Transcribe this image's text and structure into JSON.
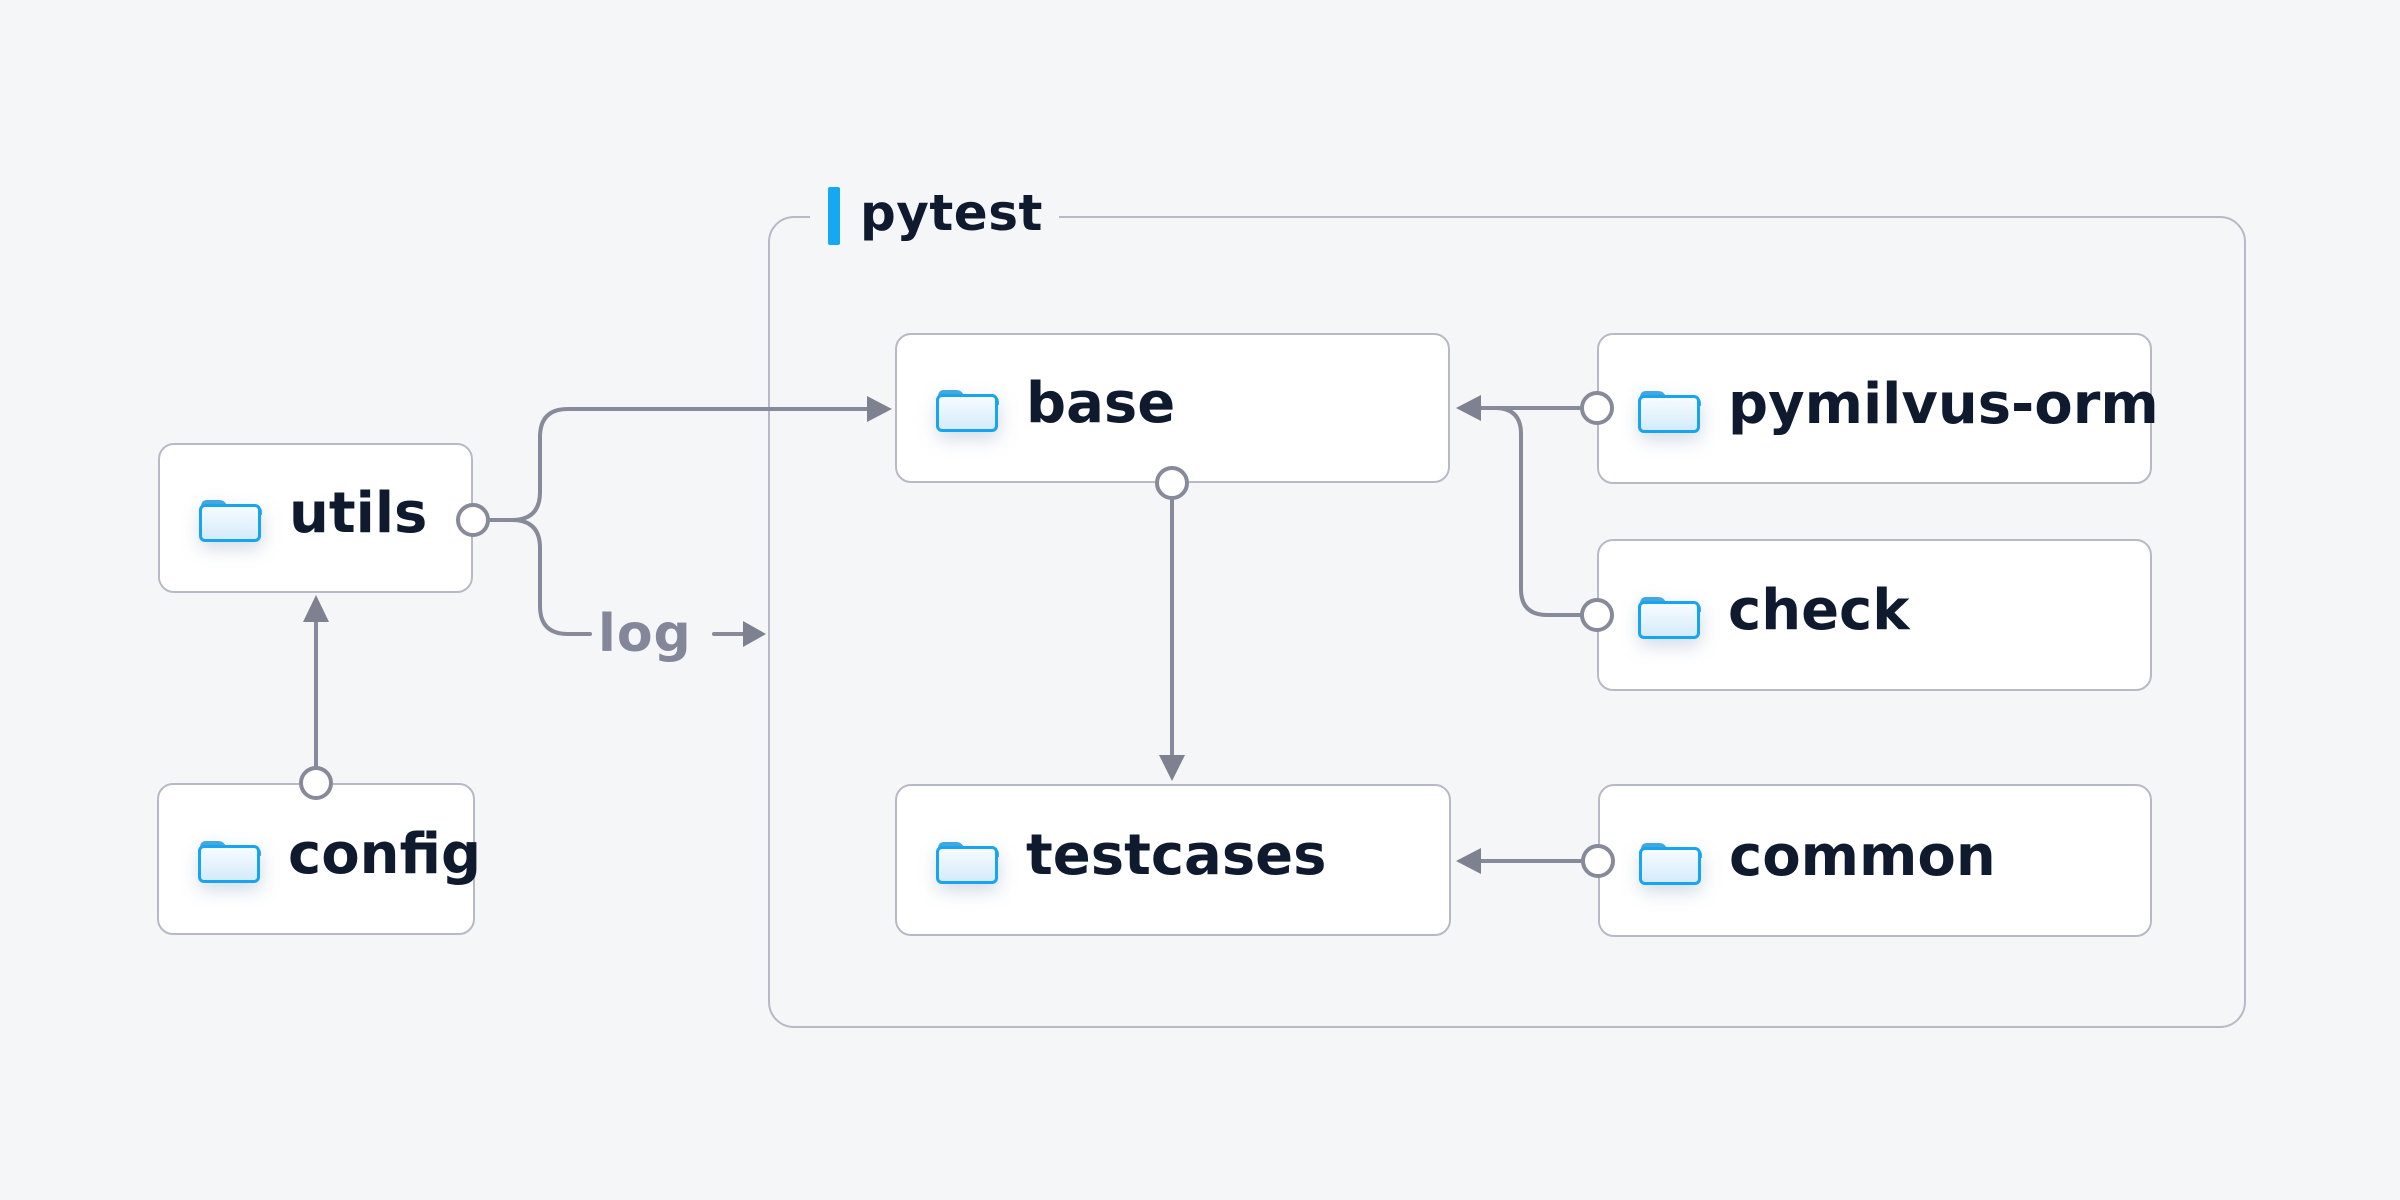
{
  "diagram": {
    "container_label": "pytest",
    "edge_label_log": "log",
    "nodes": {
      "utils": {
        "label": "utils"
      },
      "config": {
        "label": "config"
      },
      "base": {
        "label": "base"
      },
      "testcases": {
        "label": "testcases"
      },
      "pymilvus": {
        "label": "pymilvus-orm"
      },
      "check": {
        "label": "check"
      },
      "common": {
        "label": "common"
      }
    },
    "edges": [
      {
        "from": "config",
        "to": "utils"
      },
      {
        "from": "utils",
        "to": "base"
      },
      {
        "from": "utils",
        "to": "log"
      },
      {
        "from": "base",
        "to": "testcases"
      },
      {
        "from": "pymilvus-orm",
        "to": "base"
      },
      {
        "from": "check",
        "to": "base"
      },
      {
        "from": "common",
        "to": "testcases"
      }
    ],
    "colors": {
      "background": "#f5f6f7",
      "node_border": "#b7bac6",
      "node_fill": "#ffffff",
      "wire": "#868a99",
      "arrowhead": "#7d8190",
      "text": "#0f1a2e",
      "edge_label_text": "#84879a",
      "accent_blue": "#14a9f0",
      "folder_stroke": "#18a5f0",
      "folder_tab": "#41a8e0"
    }
  }
}
